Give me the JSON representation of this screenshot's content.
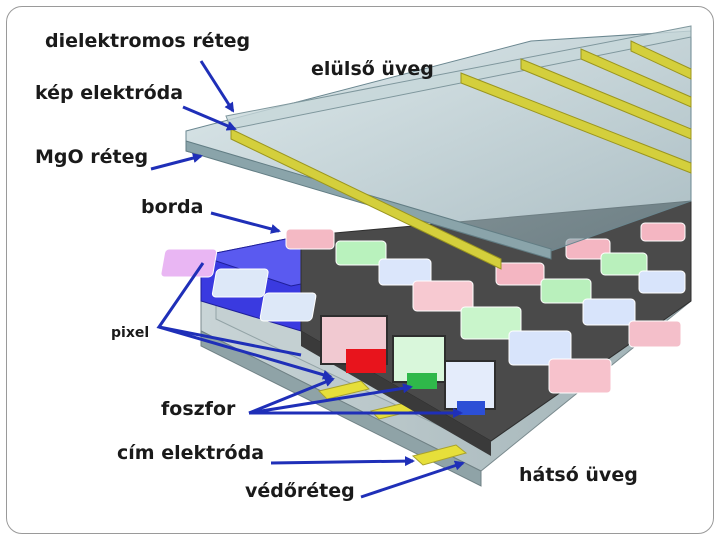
{
  "labels": {
    "dielectric_layer": "dielektromos réteg",
    "image_electrode": "kép elektróda",
    "mgo_layer": "MgO réteg",
    "rib": "borda",
    "pixel": "pixel",
    "phosphor": "foszfor",
    "address_electrode": "cím elektróda",
    "protective_layer": "védőréteg",
    "front_glass": "elülső üveg",
    "back_glass": "hátsó üveg"
  },
  "colors": {
    "arrow": "#1f2fb8",
    "phosphor_red": "#e8141c",
    "phosphor_green": "#2fb84a",
    "phosphor_blue": "#2c4fd6",
    "electrode_yellow": "#e6df3a",
    "glass": "#b9c8cc",
    "rib": "#4a4a4a",
    "dielectric_blue": "#3a3ae0"
  }
}
